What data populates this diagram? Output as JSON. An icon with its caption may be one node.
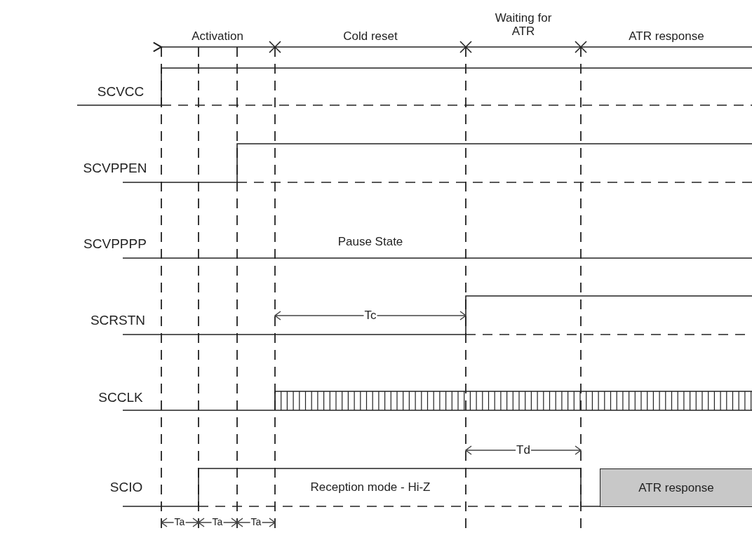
{
  "diagram": {
    "nodes": [
      {
        "text": [
          "ATR response"
        ]
      }
    ],
    "labels": [
      "Activation",
      "Cold reset",
      "Waiting for ATR",
      "ATR response",
      "SCVCC",
      "SCVPPEN",
      "SCVPPPP",
      "Pause State",
      "SCRSTN",
      "Tc",
      "SCCLK",
      "Td",
      "SCIO",
      "Reception mode - Hi-Z",
      "Ta",
      "Ta",
      "Ta"
    ]
  }
}
